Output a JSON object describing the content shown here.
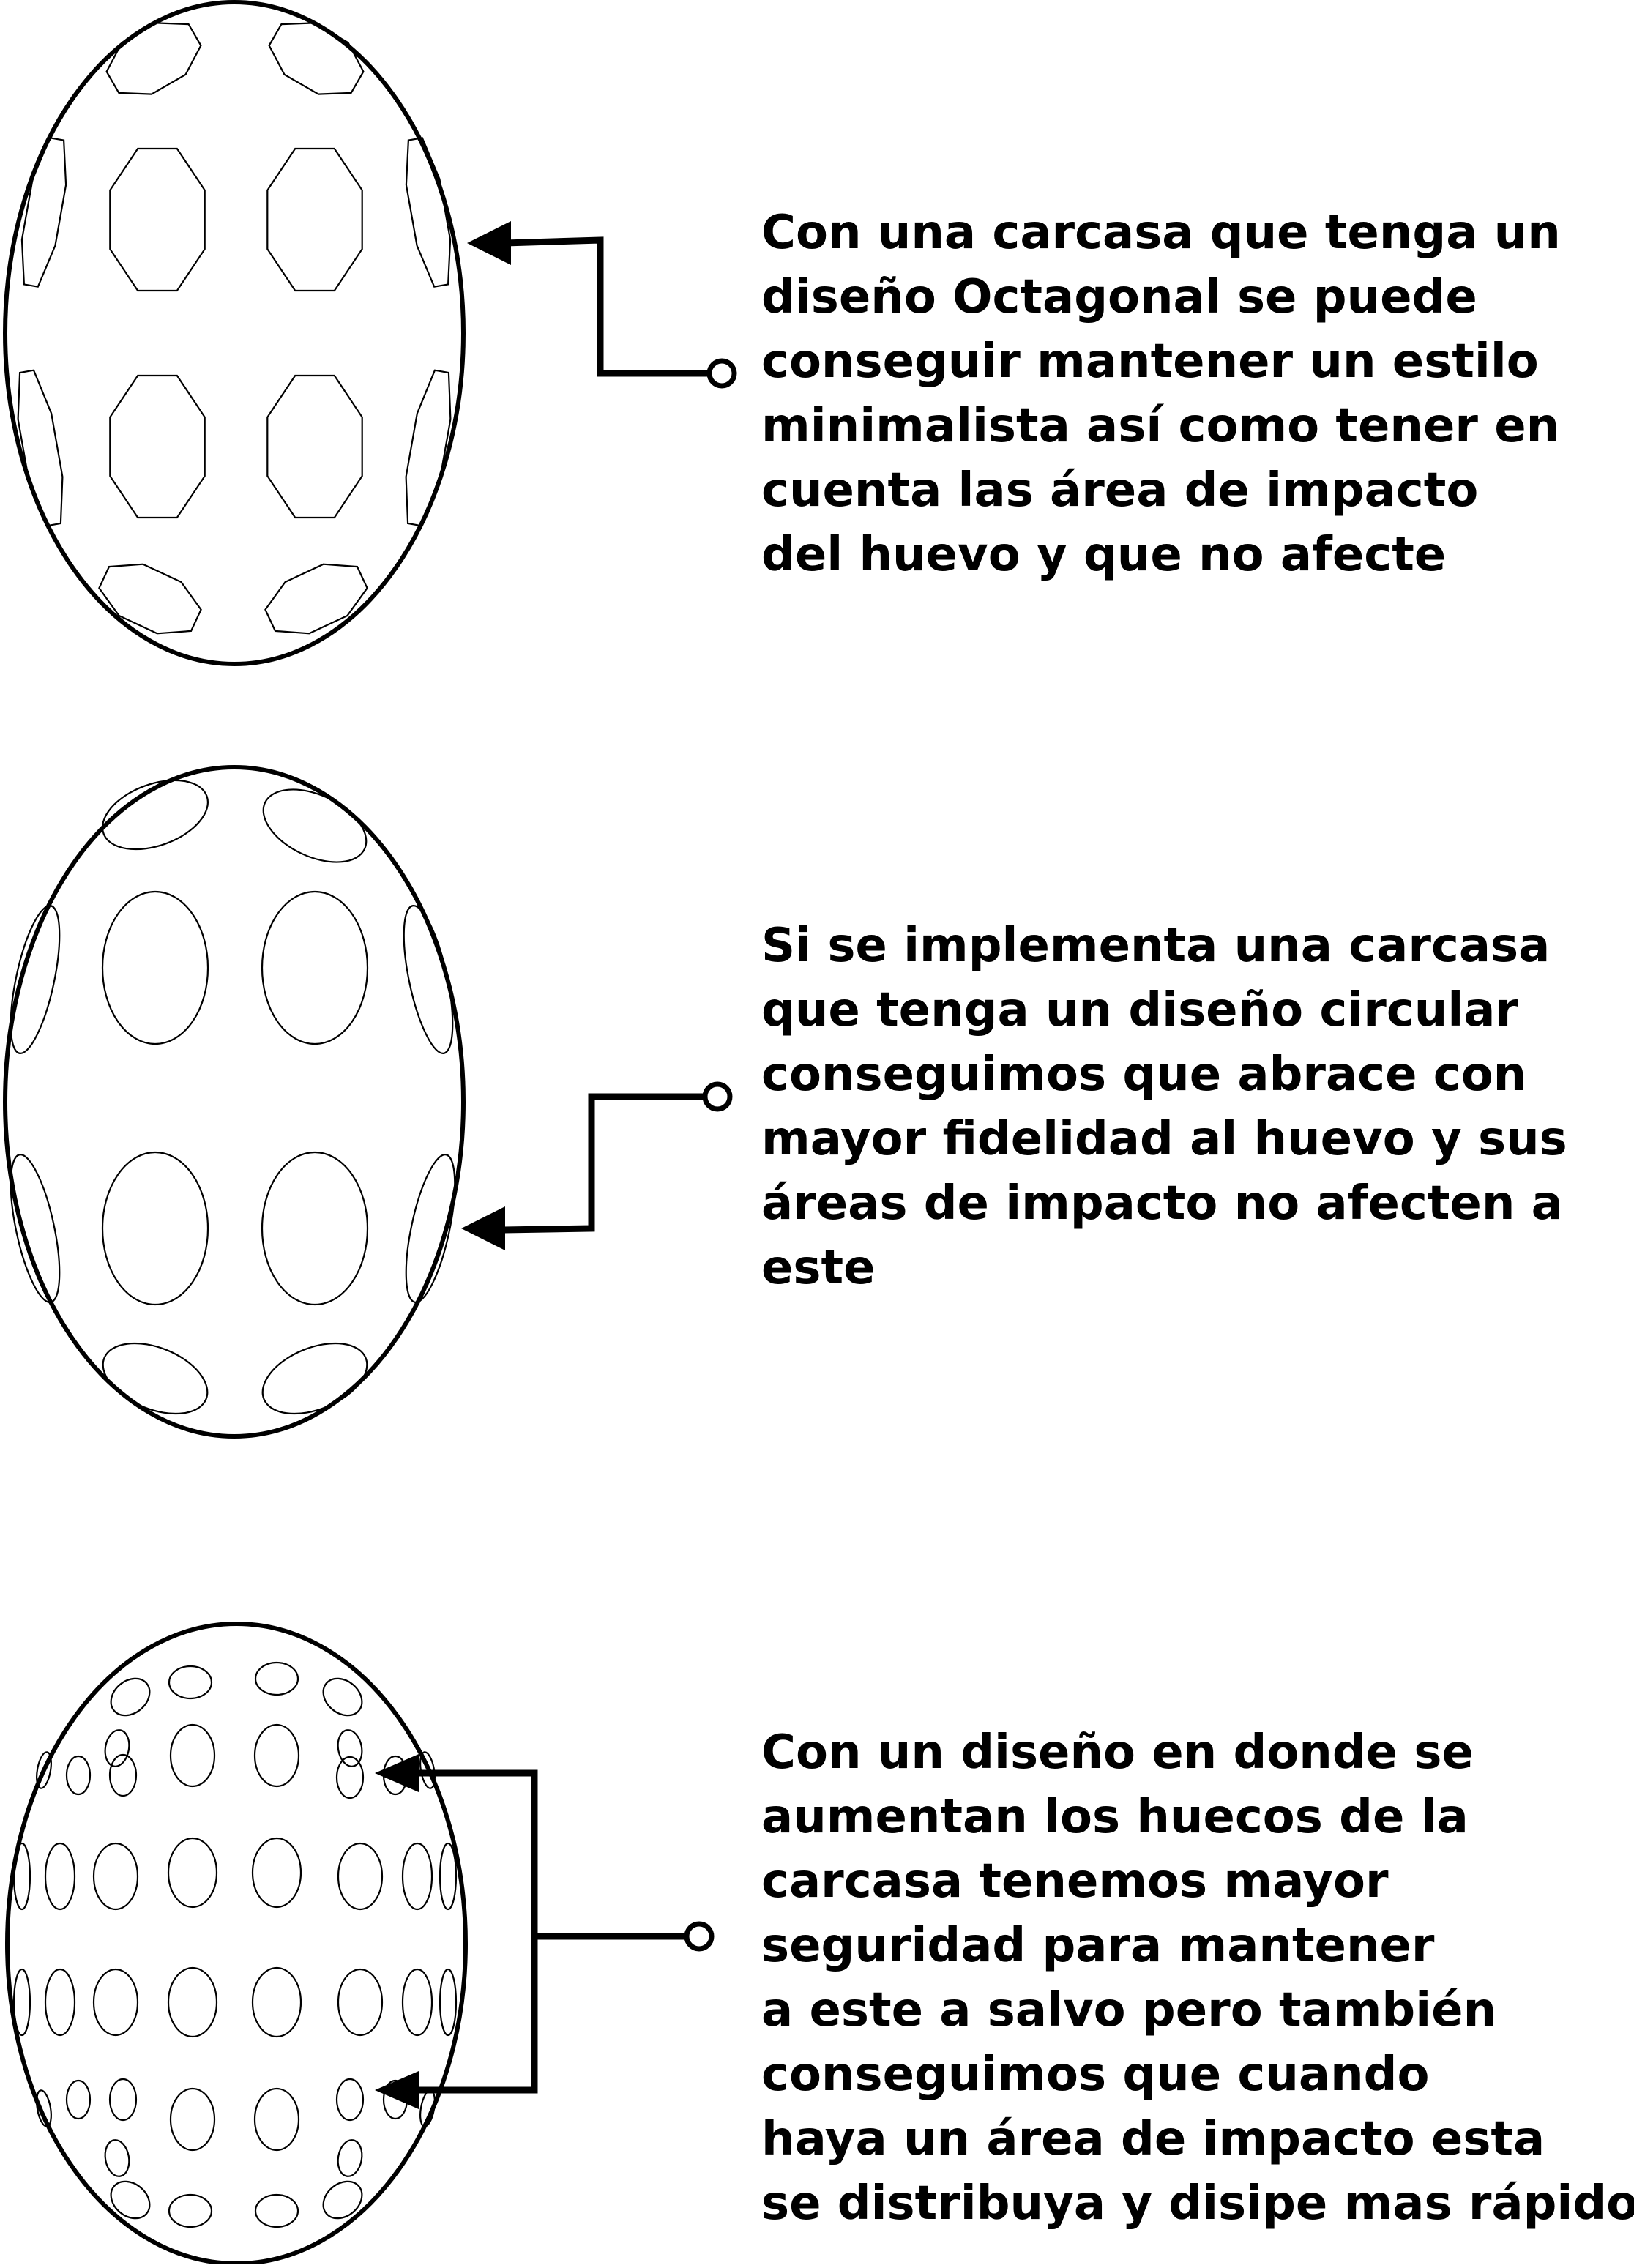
{
  "panels": [
    {
      "id": "octagonal",
      "caption_lines": [
        "Con una carcasa que tenga un",
        "diseño Octagonal se puede",
        "conseguir mantener un estilo",
        "minimalista así como tener en",
        "cuenta las área de impacto",
        "del huevo y que no afecte"
      ]
    },
    {
      "id": "circular",
      "caption_lines": [
        "Si se implementa una carcasa",
        "que tenga un diseño circular",
        "conseguimos que abrace con",
        "mayor fidelidad al huevo y sus",
        "áreas de impacto no afecten a",
        "este"
      ]
    },
    {
      "id": "many-holes",
      "caption_lines": [
        "Con un diseño en donde se",
        "aumentan los huecos de la",
        "carcasa tenemos mayor",
        "seguridad para mantener",
        "a este a salvo pero también",
        "conseguimos que cuando",
        "haya un área de impacto esta",
        "se distribuya y disipe mas rápido"
      ]
    }
  ],
  "style": {
    "ink": "#000000",
    "background": "#ffffff"
  }
}
